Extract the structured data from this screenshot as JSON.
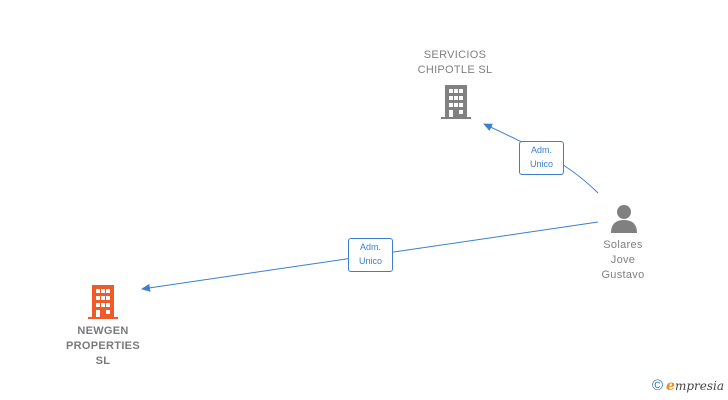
{
  "nodes": {
    "servicios": {
      "lines": [
        "SERVICIOS",
        "CHIPOTLE SL"
      ],
      "icon": "building-icon",
      "color": "#808080"
    },
    "person": {
      "lines": [
        "Solares",
        "Jove",
        "Gustavo"
      ],
      "icon": "person-icon",
      "color": "#808080"
    },
    "newgen": {
      "lines": [
        "NEWGEN",
        "PROPERTIES",
        "SL"
      ],
      "icon": "building-icon",
      "color": "#f05a28"
    }
  },
  "edges": [
    {
      "from": "person",
      "to": "servicios",
      "label": [
        "Adm.",
        "Unico"
      ]
    },
    {
      "from": "person",
      "to": "newgen",
      "label": [
        "Adm.",
        "Unico"
      ]
    }
  ],
  "edge_color": "#3a7fd1",
  "footer": {
    "symbol": "©",
    "brand_initial": "e",
    "brand_rest": "mpresia"
  }
}
